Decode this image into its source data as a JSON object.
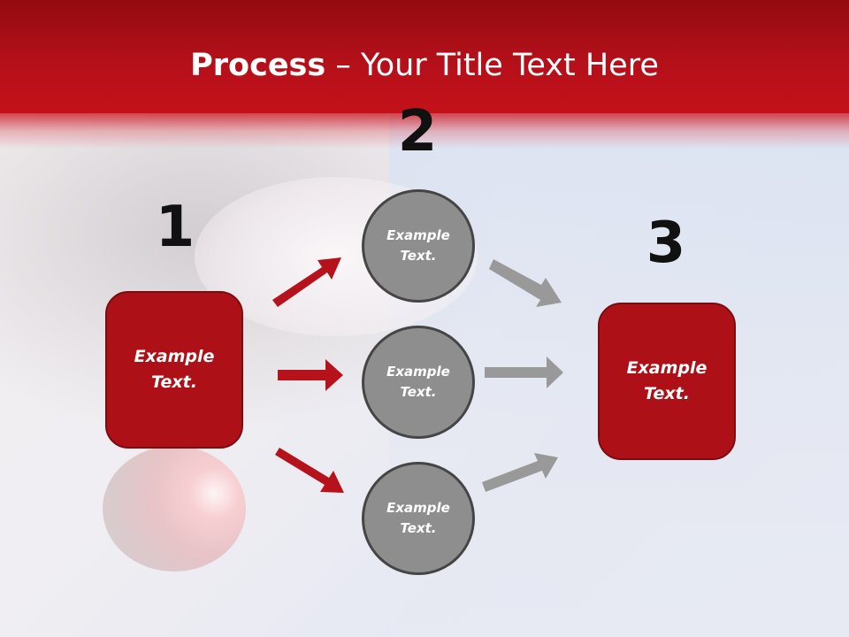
{
  "slide": {
    "title_bold": "Process",
    "title_rest": " – Your Title Text Here",
    "colors": {
      "header_red": "#b4101a",
      "box_red": "#ad1117",
      "box_border": "#7a0c10",
      "circle_gray": "#8e8e8e",
      "circle_border": "#454545",
      "arrow_red": "#b5121b",
      "arrow_gray": "#999999",
      "number_color": "#111111"
    }
  },
  "steps": [
    {
      "number": "1",
      "label": "Example\nText."
    },
    {
      "number": "2",
      "label": ""
    },
    {
      "number": "3",
      "label": "Example\nText."
    }
  ],
  "circles": [
    {
      "label": "Example\nText."
    },
    {
      "label": "Example\nText."
    },
    {
      "label": "Example\nText."
    }
  ],
  "arrows": {
    "left_group": [
      "arrow-up-right",
      "arrow-right",
      "arrow-down-right"
    ],
    "right_group": [
      "arrow-down-right",
      "arrow-right",
      "arrow-up-right"
    ]
  }
}
